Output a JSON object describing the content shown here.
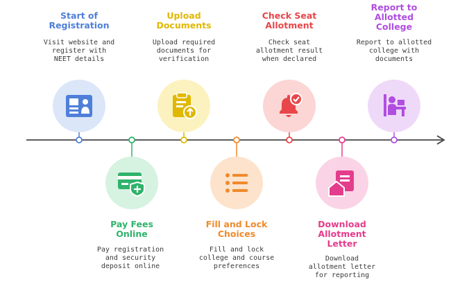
{
  "steps": [
    {
      "title": "Start of\nRegistration",
      "desc": "Visit website and\nregister with\nNEET details",
      "color": "#4f7fd9",
      "bg": "#dbe6f8",
      "icon": "registration-form-icon"
    },
    {
      "title": "Pay Fees\nOnline",
      "desc": "Pay registration\nand security\ndeposit online",
      "color": "#2fb36b",
      "bg": "#d6f2e1",
      "icon": "payment-card-shield-icon"
    },
    {
      "title": "Upload\nDocuments",
      "desc": "Upload required\ndocuments for\nverification",
      "color": "#e0b800",
      "bg": "#fbf2bf",
      "icon": "upload-clipboard-icon"
    },
    {
      "title": "Fill and Lock\nChoices",
      "desc": "Fill and lock\ncollege and course\npreferences",
      "color": "#f08a2c",
      "bg": "#fde3cc",
      "icon": "choice-list-icon"
    },
    {
      "title": "Check Seat\nAllotment",
      "desc": "Check seat\nallotment result\nwhen declared",
      "color": "#e8464a",
      "bg": "#fcd5d5",
      "icon": "notification-bell-check-icon"
    },
    {
      "title": "Download\nAllotment\nLetter",
      "desc": "Download\nallotment letter\nfor reporting",
      "color": "#e43d8c",
      "bg": "#fbd3e6",
      "icon": "download-letter-icon"
    },
    {
      "title": "Report to\nAllotted\nCollege",
      "desc": "Report to allotted\ncollege with\ndocuments",
      "color": "#b04ee0",
      "bg": "#efd9f9",
      "icon": "reporting-desk-icon"
    }
  ]
}
